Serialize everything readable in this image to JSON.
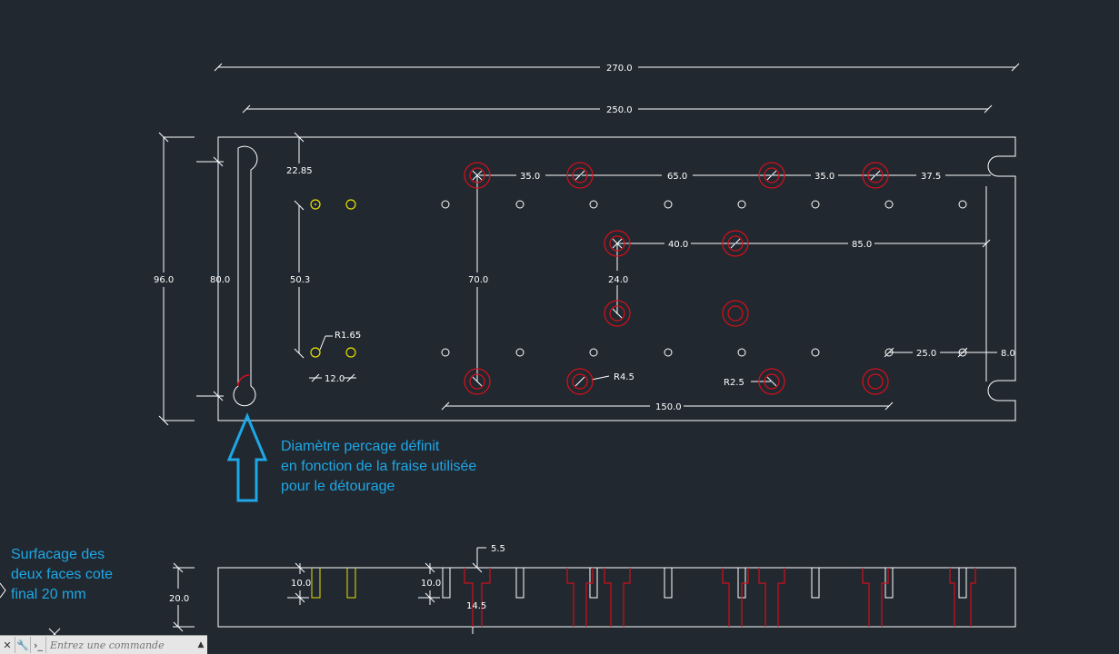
{
  "colors": {
    "background": "#212830",
    "geometry": "#ffffff",
    "bore_red": "#d0101a",
    "bore_yellow": "#e8e000",
    "note_blue": "#1ea7e6"
  },
  "top_view": {
    "dims": {
      "overall_length": "270.0",
      "inner_length": "250.0",
      "overall_width": "96.0",
      "inner_width": "80.0",
      "offset_top": "22.85",
      "yellow_spacing_v": "50.3",
      "red_spacing_v": "70.0",
      "d35a": "35.0",
      "d65": "65.0",
      "d35b": "35.0",
      "d37_5": "37.5",
      "d40": "40.0",
      "d85": "85.0",
      "d24": "24.0",
      "r165": "R1.65",
      "d12": "12.0",
      "r45": "R4.5",
      "r25": "R2.5",
      "d150": "150.0",
      "d25": "25.0",
      "d8": "8.0"
    },
    "note": [
      "Diamètre percage définit",
      "en fonction de la fraise utilisée",
      "pour le détourage"
    ]
  },
  "side_view": {
    "dims": {
      "thickness": "20.0",
      "depth_a": "10.0",
      "depth_b": "10.0",
      "d5_5": "5.5",
      "d14_5": "14.5"
    },
    "note": [
      "Surfacage des",
      "deux faces cote",
      "final 20 mm"
    ]
  },
  "command_bar": {
    "placeholder": "Entrez une commande",
    "close_icon": "close-icon",
    "settings_icon": "wrench-icon",
    "prompt_icon": "prompt-icon"
  }
}
